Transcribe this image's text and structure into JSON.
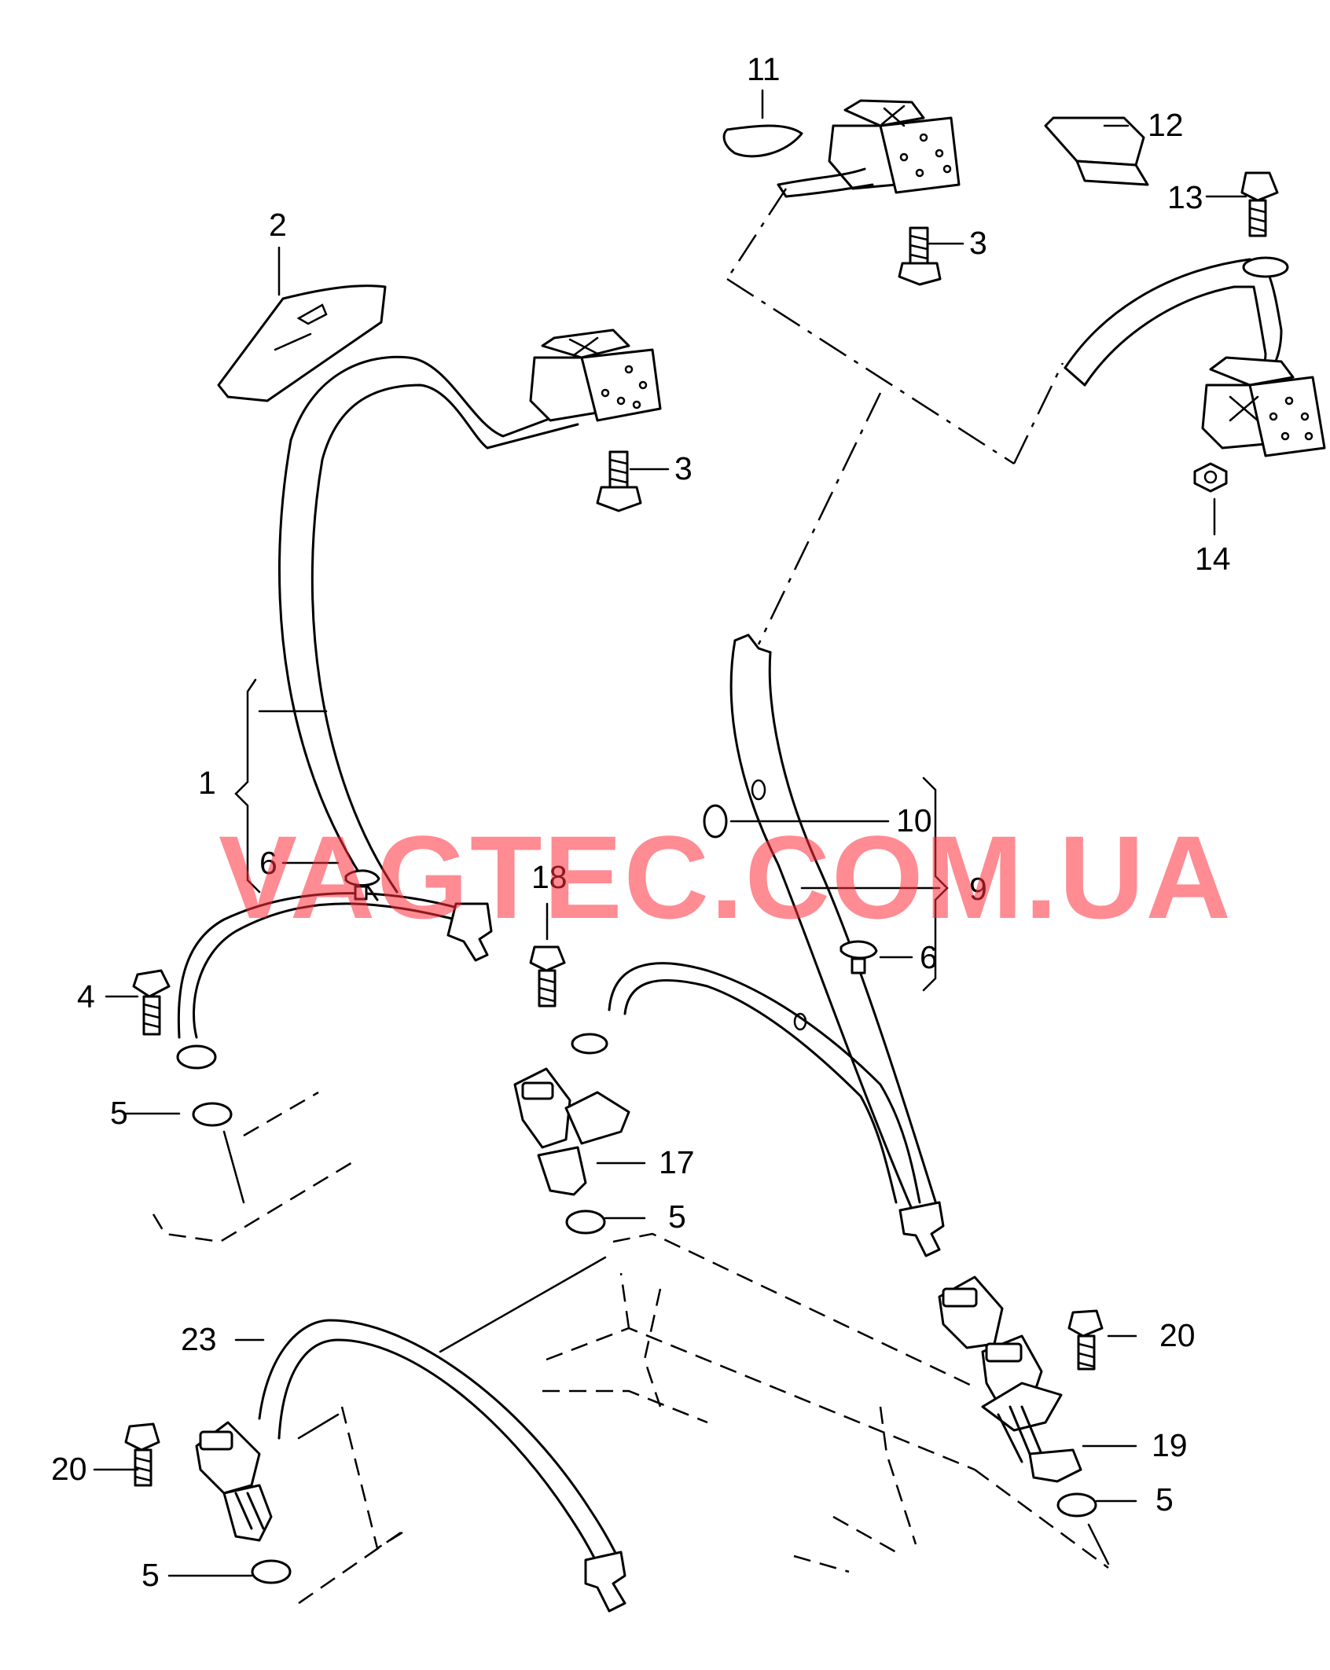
{
  "watermark": "VAGTEC.COM.UA",
  "callouts": {
    "c1": "1",
    "c2": "2",
    "c3a": "3",
    "c3b": "3",
    "c4": "4",
    "c5a": "5",
    "c5b": "5",
    "c5c": "5",
    "c5d": "5",
    "c6a": "6",
    "c6b": "6",
    "c9": "9",
    "c10": "10",
    "c11": "11",
    "c12": "12",
    "c13": "13",
    "c14": "14",
    "c17": "17",
    "c18": "18",
    "c19": "19",
    "c20a": "20",
    "c20b": "20",
    "c23": "23"
  }
}
